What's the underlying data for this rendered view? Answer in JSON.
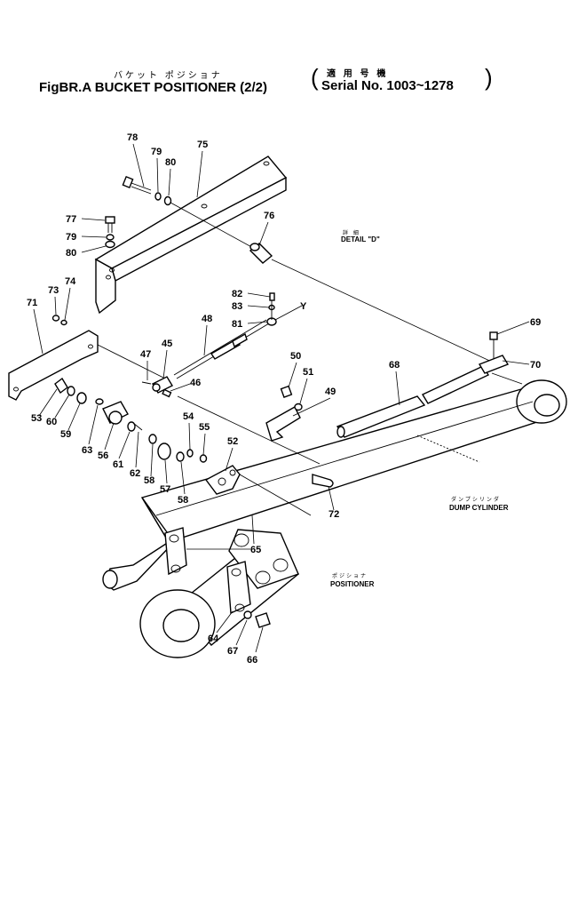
{
  "header": {
    "title_kana": "バケット ポジショナ",
    "title": "FigBR.A BUCKET POSITIONER (2/2)",
    "serial_kana": "適 用 号 機",
    "serial": "Serial No. 1003~1278"
  },
  "notes": {
    "detail_kana": "詳 細",
    "detail": "DETAIL \"D\"",
    "dump_kana": "ダンプシリンダ",
    "dump": "DUMP CYLINDER",
    "pos_kana": "ポジショナ",
    "pos": "POSITIONER"
  },
  "callouts": {
    "c78": "78",
    "c79a": "79",
    "c80a": "80",
    "c75": "75",
    "c77": "77",
    "c79b": "79",
    "c80b": "80",
    "c76": "76",
    "c73": "73",
    "c74": "74",
    "c71": "71",
    "c82": "82",
    "c83": "83",
    "c81": "81",
    "cY": "Y",
    "c48": "48",
    "c69": "69",
    "c47": "47",
    "c45": "45",
    "c46": "46",
    "c50": "50",
    "c51": "51",
    "c49": "49",
    "c68": "68",
    "c70": "70",
    "c53": "53",
    "c60": "60",
    "c59": "59",
    "c63": "63",
    "c56": "56",
    "c61": "61",
    "c62": "62",
    "c54": "54",
    "c55": "55",
    "c52": "52",
    "c58a": "58",
    "c57": "57",
    "c58b": "58",
    "c72": "72",
    "c65": "65",
    "c64": "64",
    "c67": "67",
    "c66": "66"
  }
}
